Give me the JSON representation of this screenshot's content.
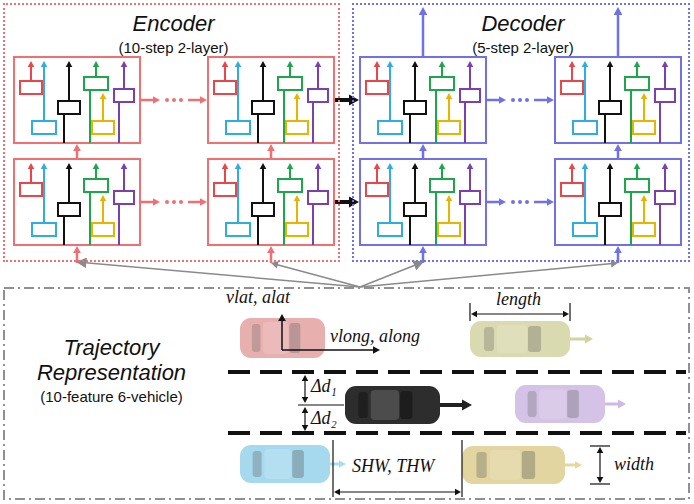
{
  "diagram": {
    "nodes": [
      {
        "text": [
          "Encoder",
          "(10-step 2-layer)"
        ]
      },
      {
        "text": [
          "Decoder",
          "(5-step 2-layer)"
        ]
      },
      {
        "text": [
          "Trajectory Representation",
          "(10-feature 6-vehicle)"
        ]
      }
    ],
    "edges": [
      {
        "from": 2,
        "to": 0,
        "arrow": "to"
      },
      {
        "from": 2,
        "to": 1,
        "arrow": "to"
      }
    ],
    "labels": [
      "vlat, alat",
      "vlong, along",
      "length",
      "Δd₁",
      "Δd₂",
      "SHW, THW",
      "width"
    ]
  }
}
